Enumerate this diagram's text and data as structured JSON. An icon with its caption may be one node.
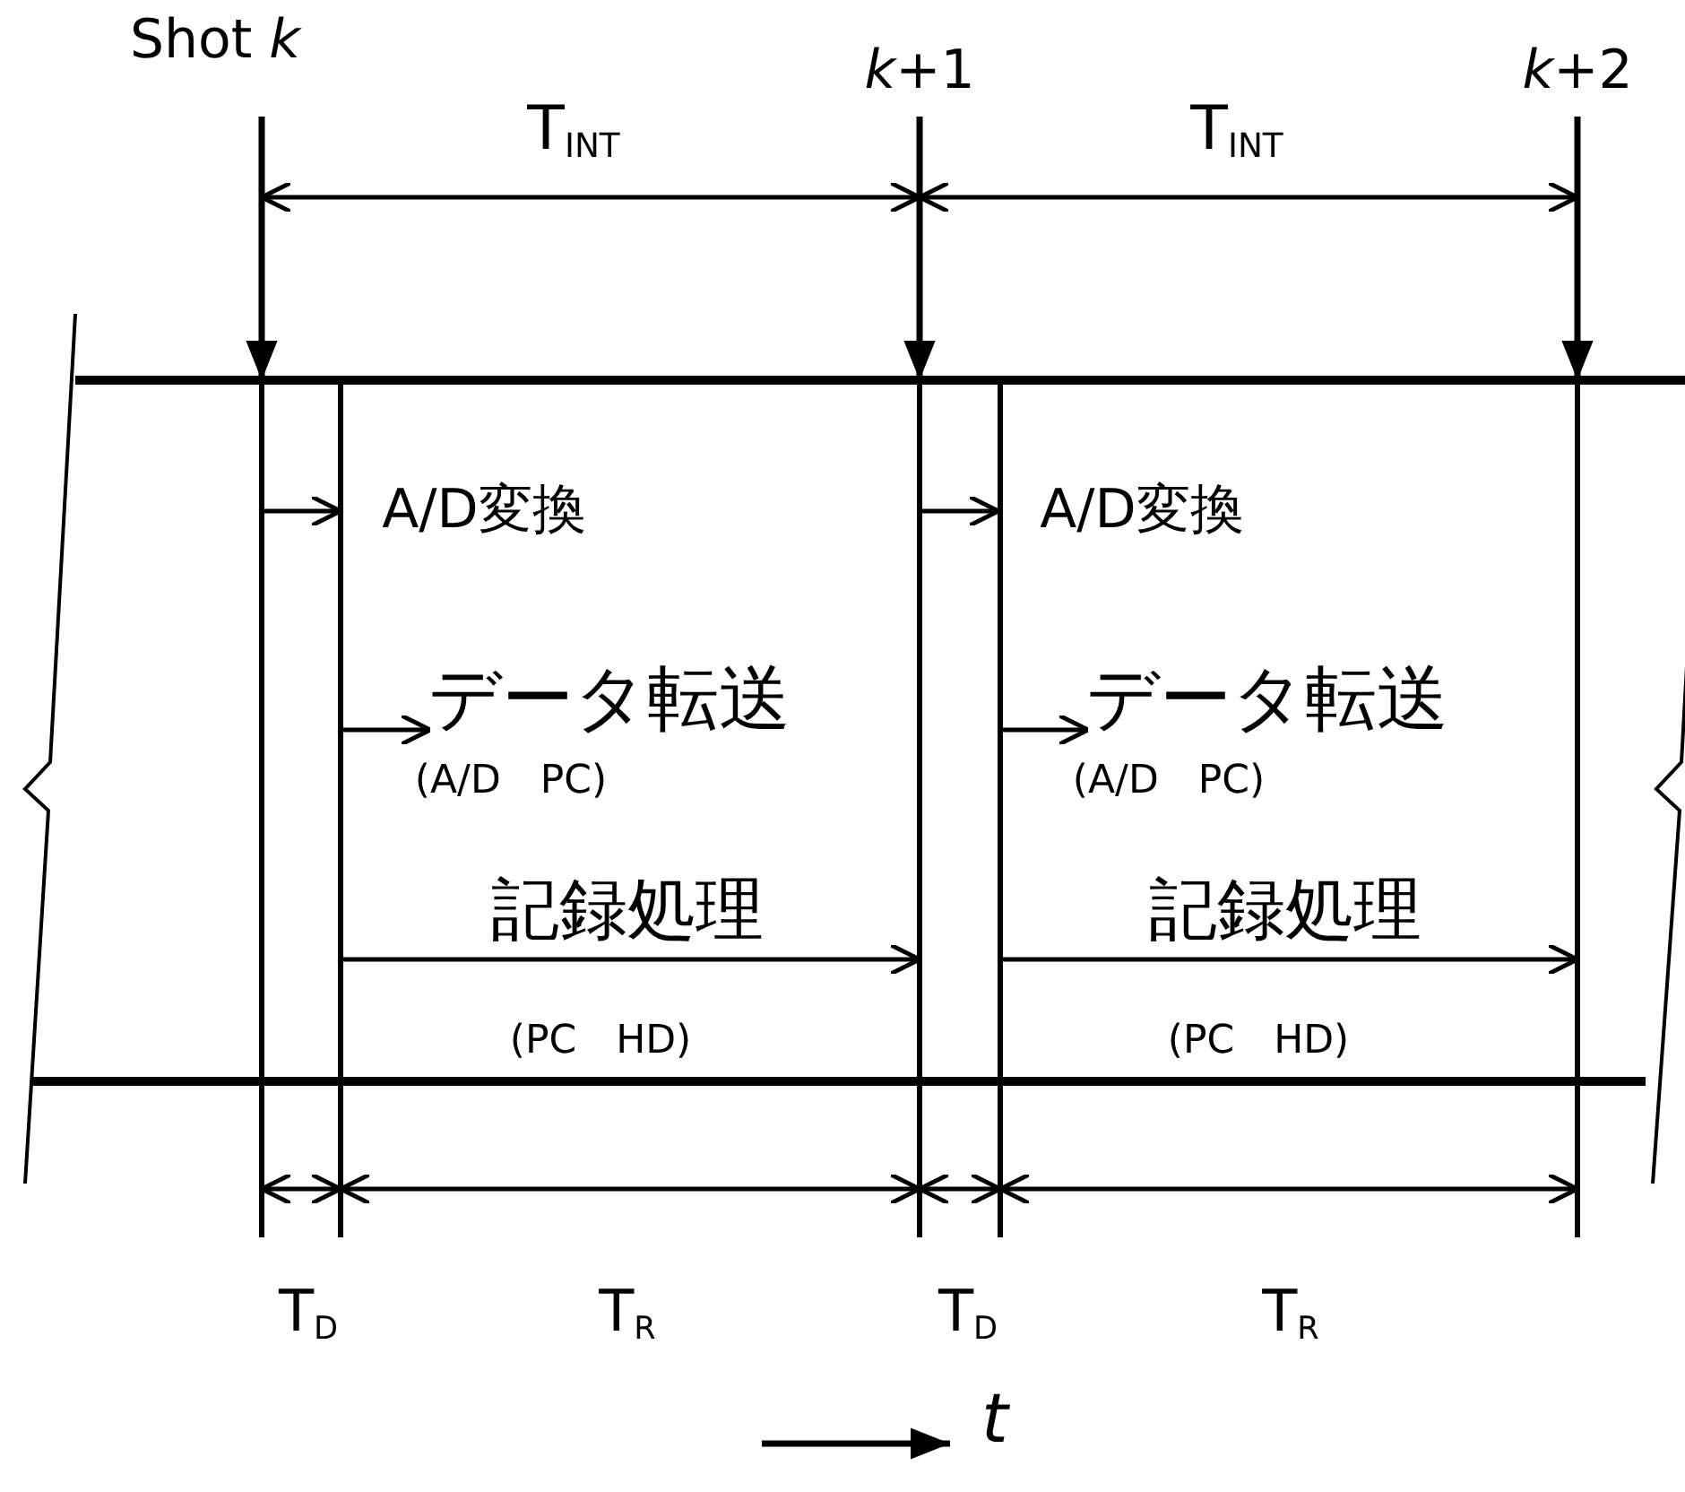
{
  "diagram": {
    "labels": [
      "Shot *k*",
      "*k*+1",
      "*k*+2",
      "T$_{INT}$",
      "T$_{INT}$",
      "A/D変換",
      "A/D変換",
      "データ転送",
      "データ転送",
      "(A/D　PC)",
      "(A/D　PC)",
      "記録処理",
      "記録処理",
      "(PC　HD)",
      "(PC　HD)",
      "T$_{D}$",
      "T$_{R}$",
      "T$_{D}$",
      "T$_{R}$",
      "*t*"
    ]
  }
}
